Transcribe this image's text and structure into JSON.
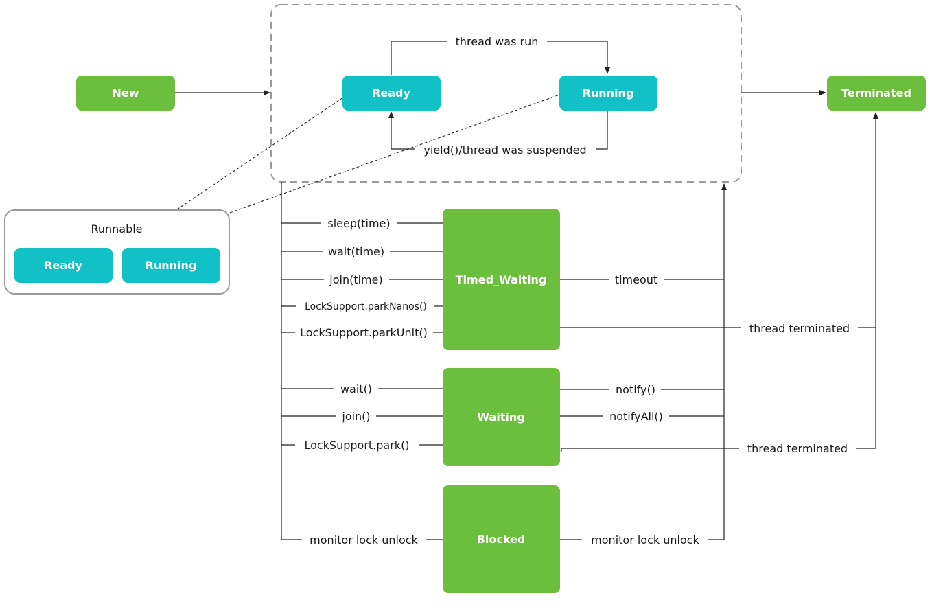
{
  "colors": {
    "green": "#6cbf3c",
    "teal": "#12c1c6",
    "line": "#222222",
    "group_border": "#9a9a9a"
  },
  "nodes": {
    "new": "New",
    "ready": "Ready",
    "running": "Running",
    "terminated": "Terminated",
    "timed_waiting": "Timed_Waiting",
    "waiting": "Waiting",
    "blocked": "Blocked"
  },
  "runnable_legend": {
    "title": "Runnable",
    "ready": "Ready",
    "running": "Running"
  },
  "edges": {
    "thread_was_run": "thread was run",
    "yield_suspended": "yield()/thread was suspended",
    "sleep_time": "sleep(time)",
    "wait_time": "wait(time)",
    "join_time": "join(time)",
    "park_nanos": "LockSupport.parkNanos()",
    "park_unit": "LockSupport.parkUnit()",
    "timeout": "timeout",
    "thread_terminated_1": "thread terminated",
    "wait": "wait()",
    "join": "join()",
    "park": "LockSupport.park()",
    "notify": "notify()",
    "notify_all": "notifyAll()",
    "thread_terminated_2": "thread terminated",
    "monitor_lock_unlock_in": "monitor lock unlock",
    "monitor_lock_unlock_out": "monitor lock unlock"
  }
}
